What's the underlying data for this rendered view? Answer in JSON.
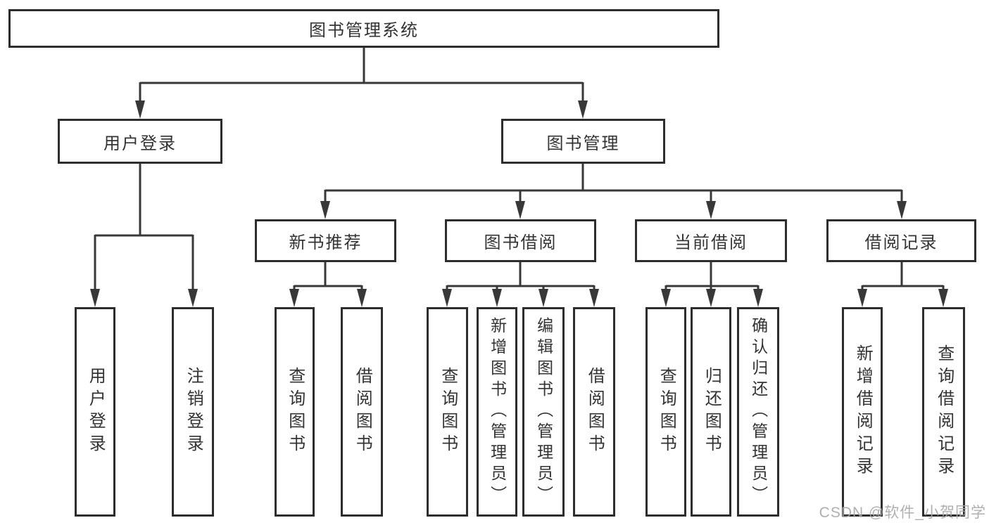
{
  "diagram": {
    "root": {
      "label": "图书管理系统"
    },
    "branches": [
      {
        "label": "用户登录",
        "children": [
          {
            "label": "用户登录"
          },
          {
            "label": "注销登录"
          }
        ]
      },
      {
        "label": "图书管理",
        "children": [
          {
            "label": "新书推荐",
            "children": [
              {
                "label": "查询图书"
              },
              {
                "label": "借阅图书"
              }
            ]
          },
          {
            "label": "图书借阅",
            "children": [
              {
                "label": "查询图书"
              },
              {
                "label": "新增图书（管理员）"
              },
              {
                "label": "编辑图书（管理员）"
              },
              {
                "label": "借阅图书"
              }
            ]
          },
          {
            "label": "当前借阅",
            "children": [
              {
                "label": "查询图书"
              },
              {
                "label": "归还图书"
              },
              {
                "label": "确认归还（管理员）"
              }
            ]
          },
          {
            "label": "借阅记录",
            "children": [
              {
                "label": "新增借阅记录"
              },
              {
                "label": "查询借阅记录"
              }
            ]
          }
        ]
      }
    ]
  },
  "watermark": {
    "text": "CSDN @软件_小贺同学"
  },
  "colors": {
    "line": "#383838",
    "box_border": "#2d2d2d",
    "text": "#333333",
    "background": "#ffffff",
    "watermark": "#a8a8a8"
  }
}
